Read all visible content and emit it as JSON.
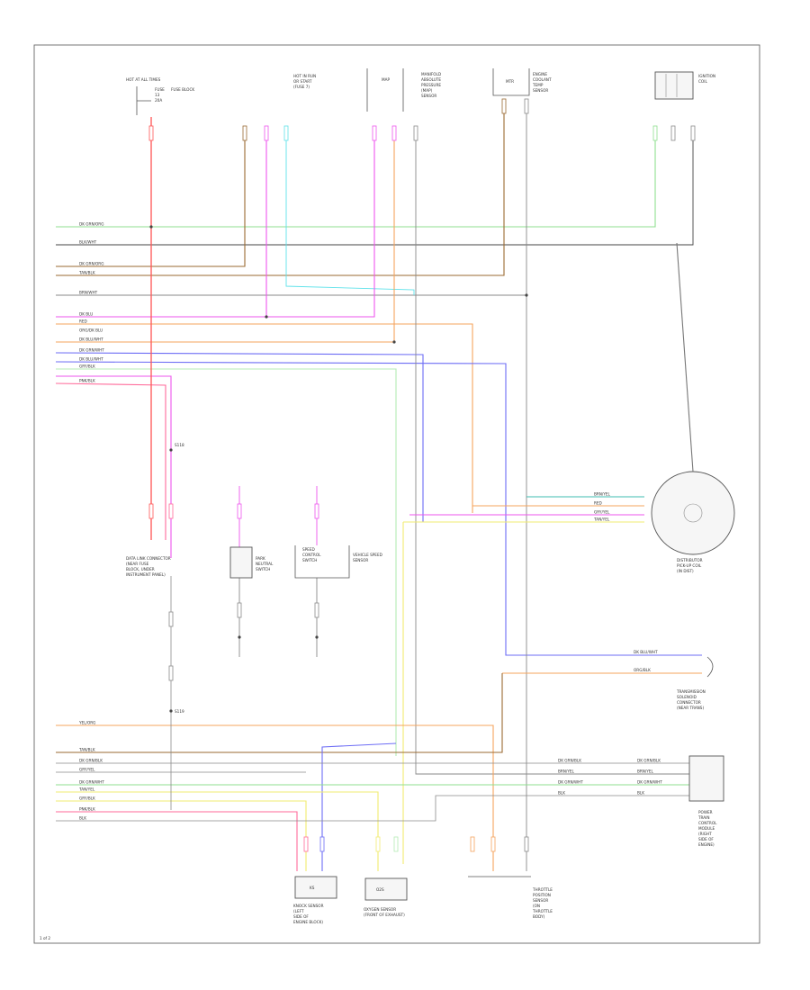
{
  "page": {
    "number": "1 of 2"
  },
  "colors": {
    "red": "#ff5555",
    "pink": "#ff6a9a",
    "orange": "#f5a45e",
    "brown": "#9a6a32",
    "green": "#8fdf8f",
    "lightgreen": "#b4ecb4",
    "teal": "#3fbdb0",
    "cyan": "#5fe2ea",
    "violet": "#ee55ee",
    "blue": "#6d6df5",
    "yellow": "#f2ec70",
    "gray": "#8a8a8a",
    "black": "#444444"
  },
  "components": {
    "ign_switch": {
      "title": "HOT AT ALL TIMES",
      "fuse": "FUSE",
      "fuse_no": "13",
      "amp": "20A",
      "block": "FUSE BLOCK"
    },
    "top2": {
      "lines": [
        "HOT IN RUN",
        "OR START",
        "(FUSE 7)"
      ]
    },
    "top3": {
      "label": "MAP",
      "lines": [
        "MANIFOLD",
        "ABSOLUTE",
        "PRESSURE",
        "(MAP)",
        "SENSOR"
      ]
    },
    "top4": {
      "label": "MTR",
      "lines": [
        "ENGINE",
        "COOLANT",
        "TEMP",
        "SENSOR"
      ]
    },
    "top5": {
      "lines": [
        "IGNITION",
        "COIL"
      ]
    },
    "left_connector": {
      "lines": [
        "DATA LINK CONNECTOR",
        "(NEAR FUSE",
        "BLOCK, UNDER",
        "INSTRUMENT PANEL)"
      ]
    },
    "mid1": {
      "lines": [
        "PARK",
        "NEUTRAL",
        "SWITCH"
      ]
    },
    "mid2": {
      "lines": [
        "SPEED",
        "CONTROL",
        "SWITCH"
      ],
      "side": [
        "VEHICLE SPEED",
        "SENSOR"
      ]
    },
    "distributor": {
      "lines": [
        "DISTRIBUTOR",
        "PICK-UP COIL",
        "(IN DIST)"
      ]
    },
    "right_conn": {
      "lines": [
        "TRANSMISSION",
        "SOLENOID",
        "CONNECTOR",
        "(NEAR TRANS)"
      ]
    },
    "pcm": {
      "lines": [
        "POWER",
        "TRAIN",
        "CONTROL",
        "MODULE",
        "(RIGHT",
        "SIDE OF",
        "ENGINE)"
      ]
    },
    "bottom1": {
      "lines": [
        "KNOCK SENSOR",
        "(LEFT",
        "SIDE OF",
        "ENGINE BLOCK)"
      ]
    },
    "bottom1b": {
      "label": "KS"
    },
    "bottom2": {
      "label": "O2S",
      "lines": [
        "OXYGEN SENSOR",
        "(FRONT OF EXHAUST)"
      ]
    },
    "bottom3": {
      "lines": [
        "THROTTLE",
        "POSITION",
        "SENSOR",
        "(ON",
        "THROTTLE",
        "BODY)"
      ]
    }
  },
  "wire_labels": {
    "left": [
      "DK GRN/ORG",
      "BLK/WHT",
      "DK GRN/ORG",
      "TAN/BLK",
      "BRN/WHT",
      "DK BLU",
      "RED",
      "ORG/DK BLU",
      "DK BLU/WHT",
      "DK GRN/WHT",
      "DK BLU/WHT",
      "GRY/BLK",
      "PNK/BLK"
    ],
    "left_lower": [
      "YEL/ORG",
      "TAN/BLK",
      "DK GRN/BLK",
      "GRY/YEL",
      "DK GRN/WHT",
      "TAN/YEL",
      "GRY/BLK",
      "PNK/BLK",
      "BLK"
    ],
    "pcm_side": [
      "DK GRN/BLK",
      "BRN/YEL",
      "DK GRN/WHT",
      "BLK",
      "DK GRN/BLK",
      "BRN/YEL",
      "DK GRN/WHT",
      "BLK"
    ],
    "dist": [
      "BRN/YEL",
      "RED",
      "GRY/YEL",
      "TAN/YEL"
    ],
    "trans": [
      "DK BLU/WHT",
      "ORG/BLK"
    ],
    "splice": [
      "S118",
      "S119"
    ]
  }
}
